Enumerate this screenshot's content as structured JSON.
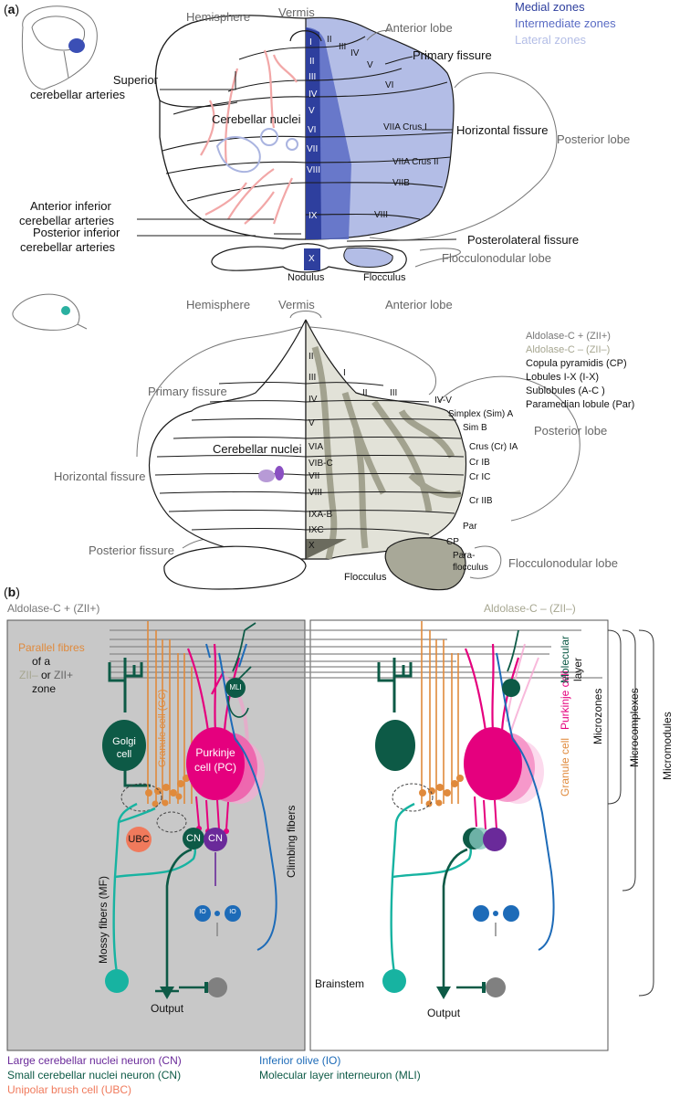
{
  "panel_a": {
    "tag_open": "(",
    "tag": "a",
    "tag_close": ")",
    "hemisphere": "Hemisphere",
    "vermis": "Vermis",
    "anterior_lobe": "Anterior lobe",
    "primary_fissure": "Primary fissure",
    "horizontal_fissure": "Horizontal fissure",
    "posterior_lobe": "Posterior lobe",
    "posterolateral_fissure": "Posterolateral fissure",
    "flocculonodular_lobe": "Flocculonodular lobe",
    "nodulus": "Nodulus",
    "flocculus": "Flocculus",
    "cerebellar_nuclei": "Cerebellar nuclei",
    "superior_arteries": [
      "Superior",
      "cerebellar arteries"
    ],
    "anterior_inferior_arteries": [
      "Anterior inferior",
      "cerebellar arteries"
    ],
    "posterior_inferior_arteries": [
      "Posterior inferior",
      "cerebellar arteries"
    ],
    "zones": {
      "medial": "Medial zones",
      "intermediate": "Intermediate zones",
      "lateral": "Lateral zones",
      "medial_color": "#2e3f9e",
      "intermediate_color": "#5a6cc4",
      "lateral_color": "#b3bde6"
    },
    "lobules": [
      "I",
      "II",
      "III",
      "IV",
      "V",
      "VI",
      "VII",
      "VIII",
      "IX",
      "X"
    ],
    "hemi_lobules": [
      "II",
      "III",
      "IV",
      "V",
      "VI",
      "VIIA Crus I",
      "VIIA Crus II",
      "VIIB",
      "VIII"
    ]
  },
  "panel_a2": {
    "hemisphere": "Hemisphere",
    "vermis": "Vermis",
    "anterior_lobe": "Anterior lobe",
    "primary_fissure": "Primary fissure",
    "horizontal_fissure": "Horizontal fissure",
    "posterior_fissure": "Posterior fissure",
    "posterior_lobe": "Posterior lobe",
    "flocculonodular_lobe": "Flocculonodular lobe",
    "flocculus": "Flocculus",
    "cerebellar_nuclei": "Cerebellar nuclei",
    "legend": {
      "aldolase_plus": "Aldolase-C + (ZII+)",
      "aldolase_minus": "Aldolase-C – (ZII–)",
      "copula": "Copula pyramidis (CP)",
      "lobules": "Lobules I-X (I-X)",
      "sublobules": "Sublobules (A-C )",
      "paramedian": "Paramedian lobule (Par)"
    },
    "vermis_lobules": [
      "II",
      "III",
      "IV",
      "V",
      "VIA",
      "VIB-C",
      "VII",
      "VIII",
      "IXA-B",
      "IXC",
      "X"
    ],
    "side_lobules": [
      "I",
      "II",
      "III",
      "IV-V",
      "Simplex (Sim) A",
      "Sim B",
      "Crus (Cr) IA",
      "Cr IB",
      "Cr IC",
      "Cr IIB",
      "Par",
      "CP",
      "Para-",
      "flocculus"
    ]
  },
  "panel_b": {
    "tag_open": "(",
    "tag": "b",
    "tag_close": ")",
    "aldolase_plus": "Aldolase-C + (ZII+)",
    "aldolase_minus": "Aldolase-C – (ZII–)",
    "parallel_fibres": "Parallel fibres",
    "of_a": "of a",
    "zii_minus": "ZII–",
    "or": " or ",
    "zii_plus": "ZII+",
    "zone": "zone",
    "golgi": [
      "Golgi",
      "cell"
    ],
    "granule_cell_gc": "Granule cell (GC)",
    "purkinje": [
      "Purkinje",
      "cell (PC)"
    ],
    "mli": "MLI",
    "ubc": "UBC",
    "cn": "CN",
    "io": "IO",
    "mossy_fibers": "Mossy fibers (MF)",
    "climbing_fibers": "Climbing fibers",
    "output": "Output",
    "brainstem": "Brainstem",
    "layers": {
      "granule": "Granule cell",
      "purkinje": "Purkinje cell",
      "molecular": "Molecular",
      "layer": "layer"
    },
    "brackets": {
      "microzones": "Microzones",
      "microcomplexes": "Microcomplexes",
      "micromodules": "Micromodules"
    },
    "legend": {
      "large_cn": "Large cerebellar nuclei neuron (CN)",
      "small_cn": "Small cerebellar nuclei neuron (CN)",
      "ubc": "Unipolar brush cell (UBC)",
      "io": "Inferior olive (IO)",
      "mli": "Molecular layer interneuron (MLI)"
    },
    "colors": {
      "granule": "#e08a3c",
      "purkinje": "#e5007e",
      "golgi": "#0d5a46",
      "mossy": "#17b3a1",
      "climbing": "#1d6bb8",
      "cn_large": "#6a2a9a",
      "ubc": "#f07a5c",
      "grey_panel": "#c8c8c8"
    }
  }
}
